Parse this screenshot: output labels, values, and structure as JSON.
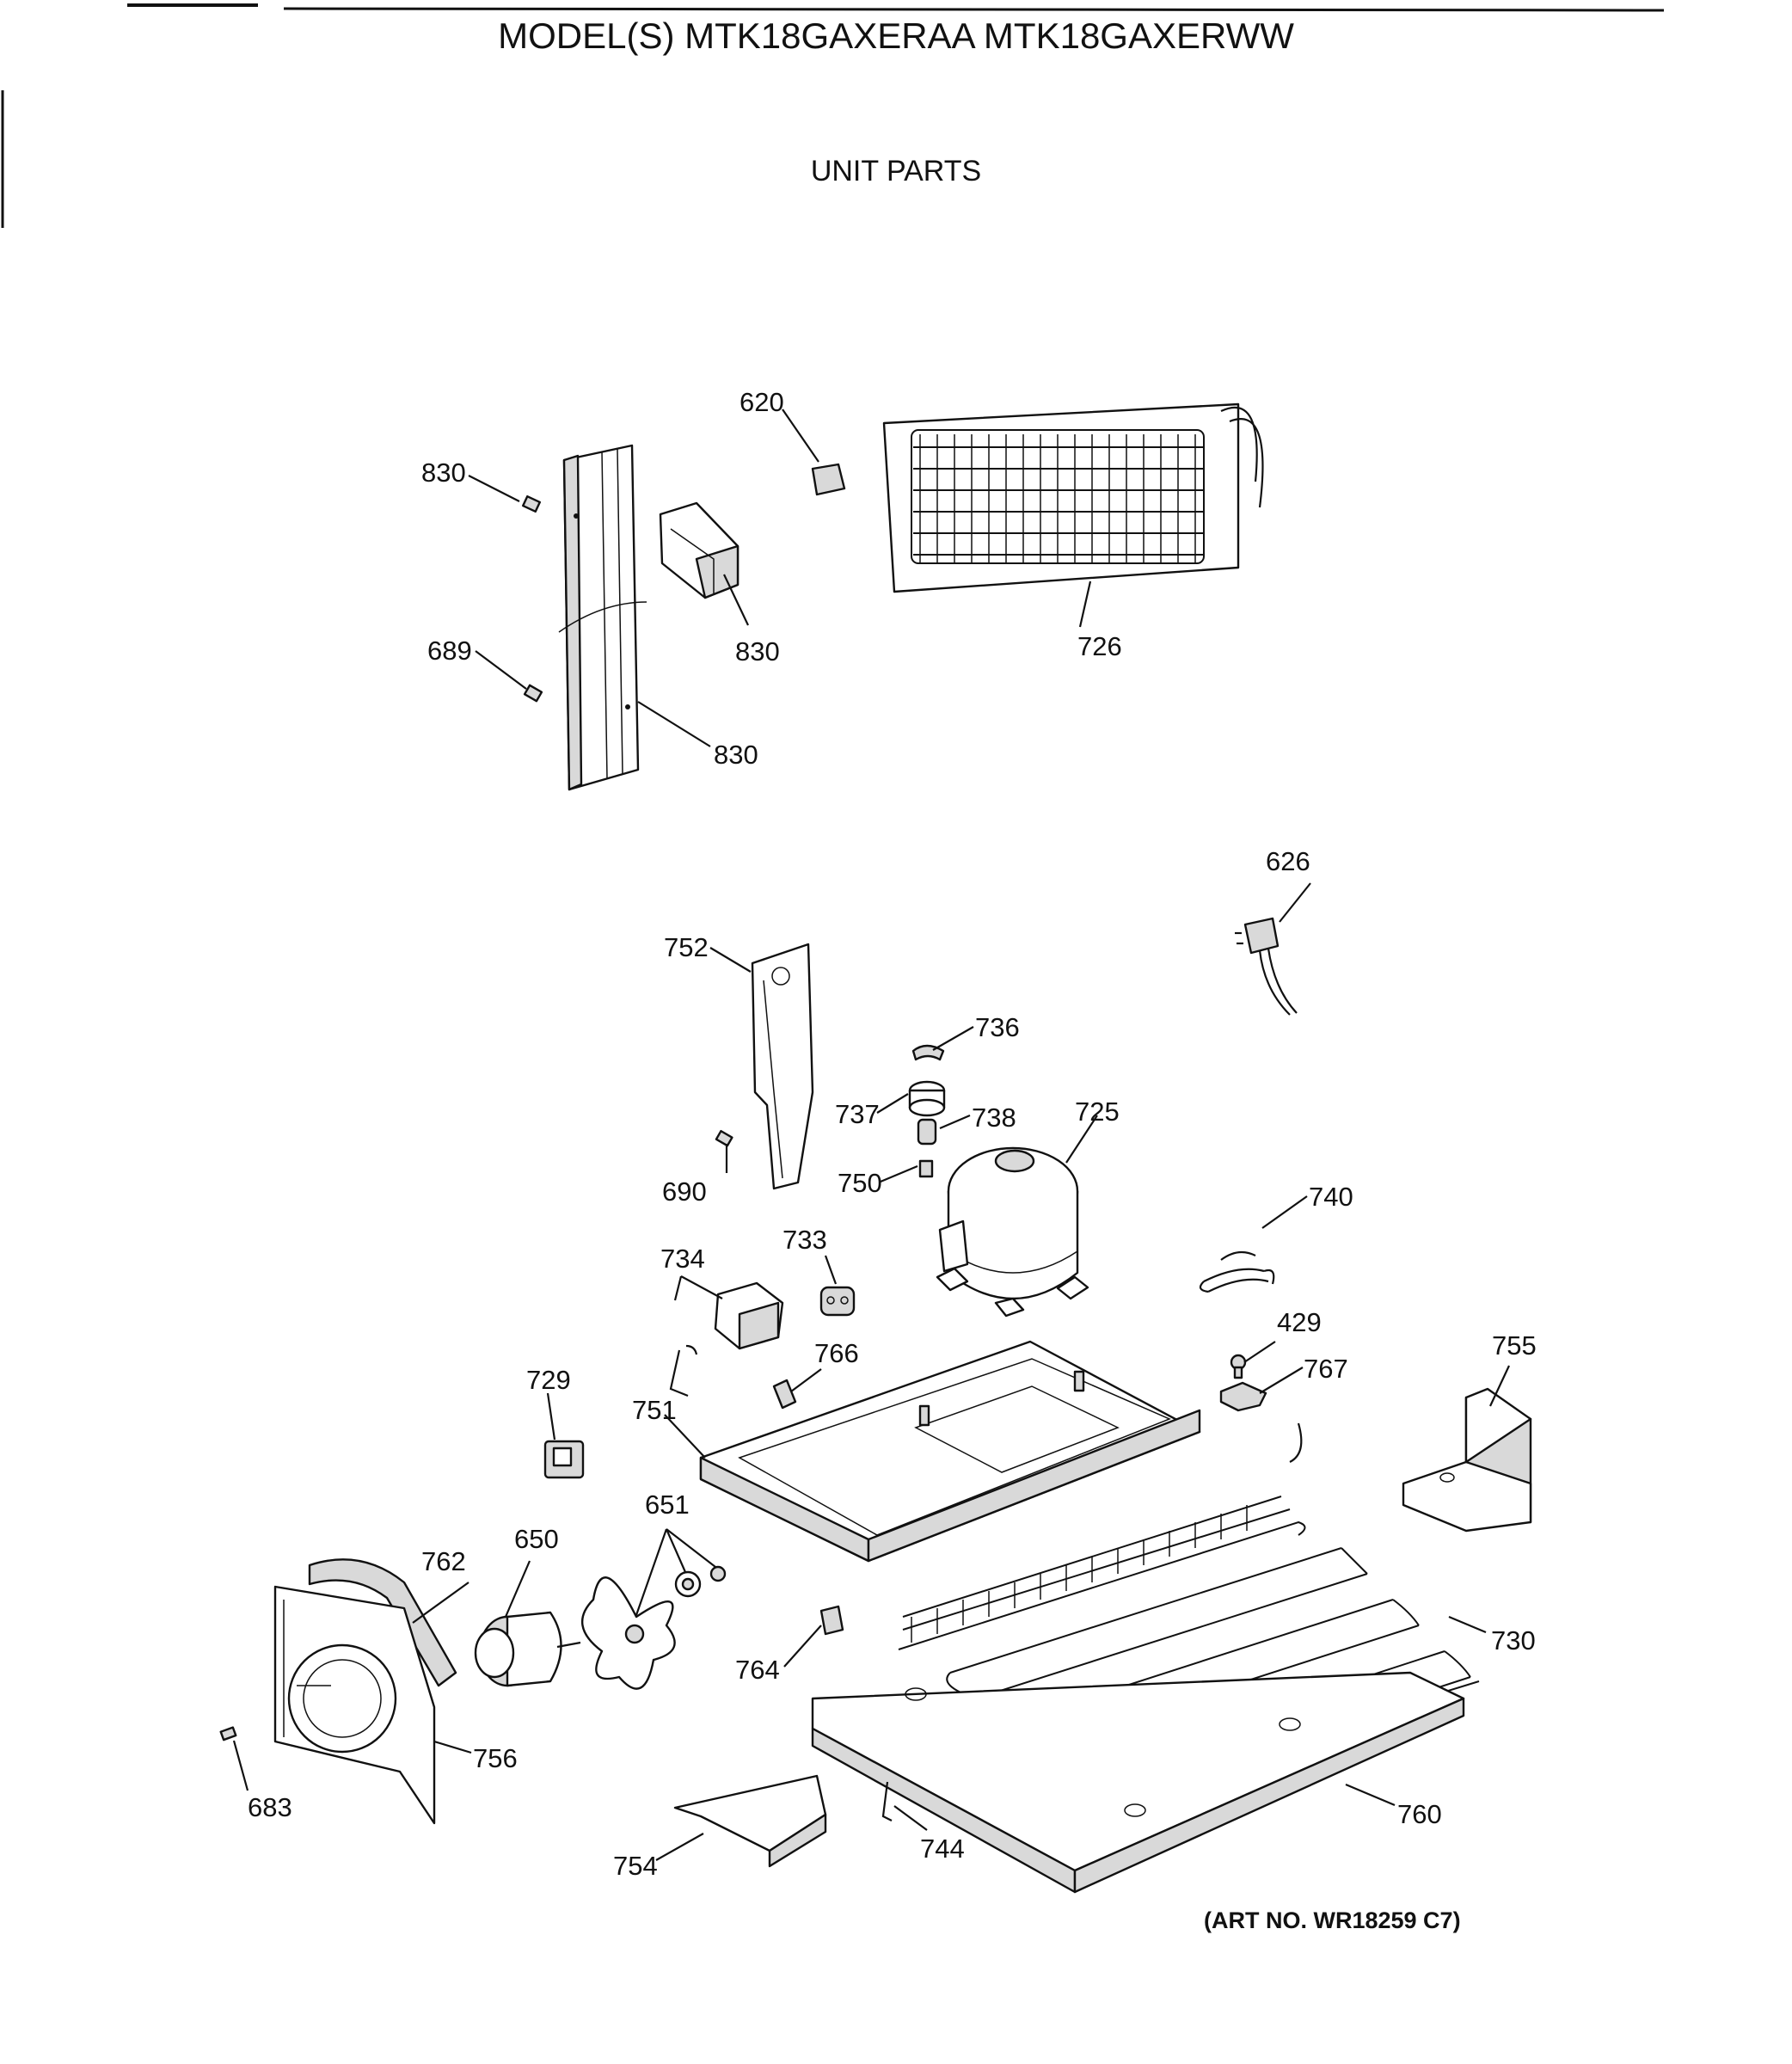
{
  "header": {
    "model_title": "MODEL(S) MTK18GAXERAA  MTK18GAXERWW",
    "section_title": "UNIT PARTS"
  },
  "footer": {
    "art_number": "(ART NO. WR18259 C7)"
  },
  "callouts": {
    "c620": "620",
    "c830_screw": "830",
    "c830_relay": "830",
    "c830_channel": "830",
    "c689": "689",
    "c726": "726",
    "c626": "626",
    "c752": "752",
    "c736": "736",
    "c737": "737",
    "c738": "738",
    "c725": "725",
    "c750": "750",
    "c690": "690",
    "c740": "740",
    "c734": "734",
    "c733": "733",
    "c429": "429",
    "c766": "766",
    "c767": "767",
    "c755": "755",
    "c729": "729",
    "c751": "751",
    "c651": "651",
    "c762": "762",
    "c650": "650",
    "c730": "730",
    "c764": "764",
    "c756": "756",
    "c683": "683",
    "c760": "760",
    "c754": "754",
    "c744": "744"
  }
}
